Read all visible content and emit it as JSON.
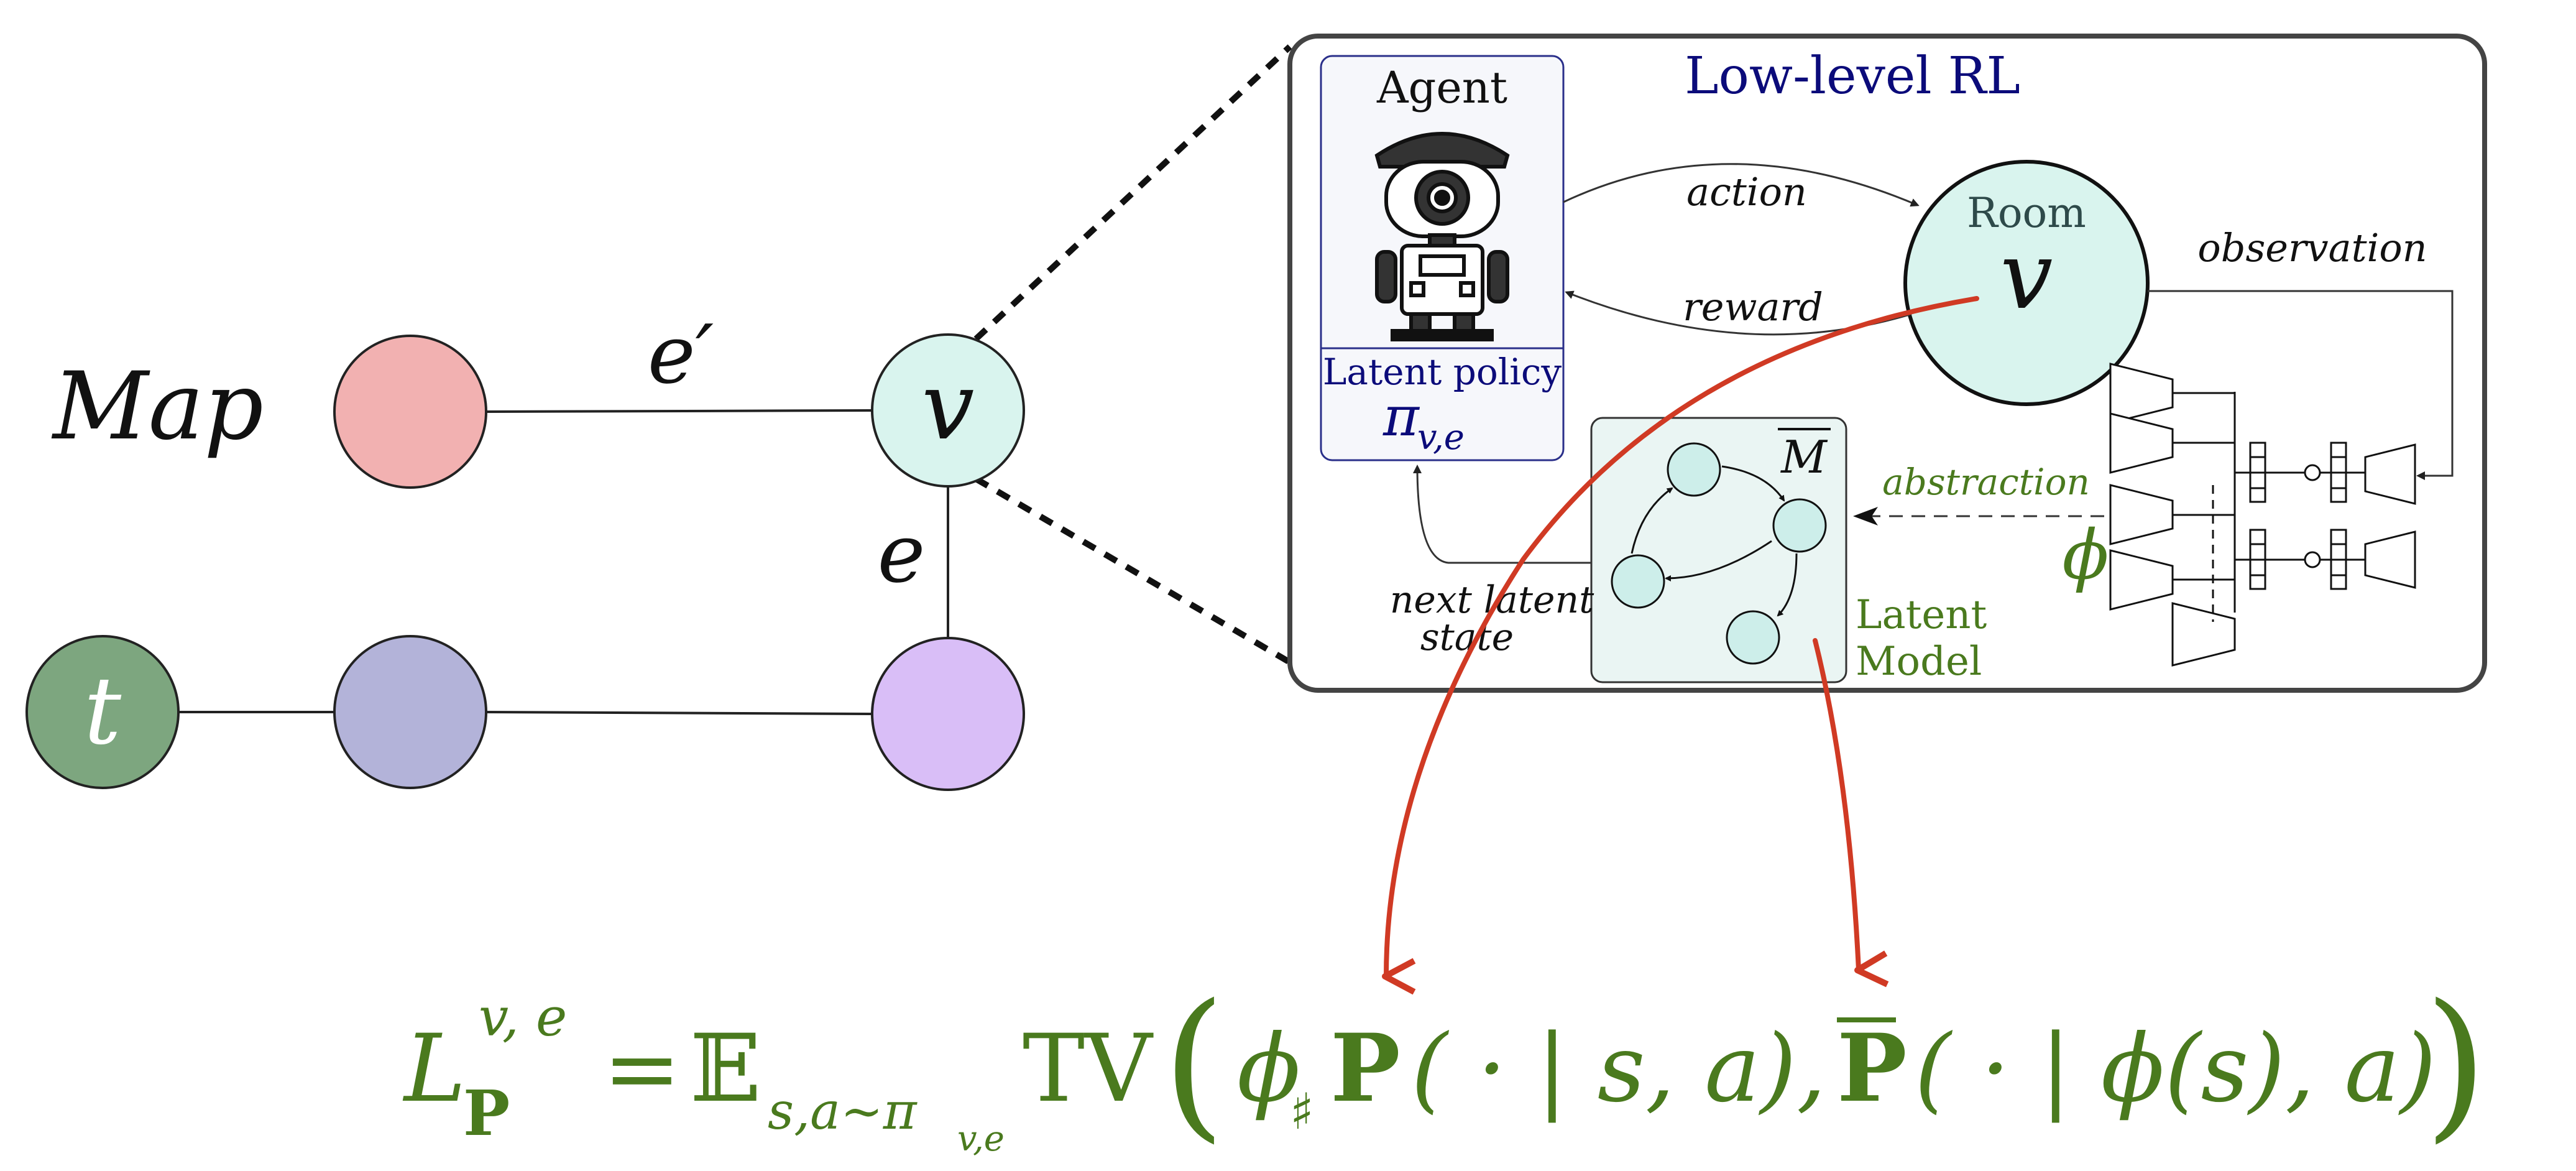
{
  "map": {
    "label": "Map",
    "nodes": {
      "t": "t",
      "v": "v"
    },
    "edges": {
      "e_prime": "e′",
      "e": "e"
    },
    "colors": {
      "node_red": "#f2b1b1",
      "node_v": "#d9f4ee",
      "node_t": "#7da67f",
      "node_blue": "#b3b3d9",
      "node_purple": "#d9bef7"
    }
  },
  "low_level": {
    "title": "Low-level RL",
    "agent": {
      "title": "Agent",
      "policy_label": "Latent policy",
      "policy_symbol": "π",
      "policy_subscript": "v,e"
    },
    "room": {
      "label": "Room",
      "symbol": "v"
    },
    "arrows": {
      "action": "action",
      "reward": "reward",
      "observation": "observation",
      "abstraction": "abstraction",
      "next_latent_state_line1": "next latent",
      "next_latent_state_line2": "state"
    },
    "latent_model": {
      "symbol": "M",
      "label_line1": "Latent",
      "label_line2": "Model"
    },
    "phi": "ϕ",
    "colors": {
      "title": "#0b0b7a",
      "green": "#4a7a1e",
      "room_fill": "#d9f4ee",
      "red_arrow": "#d03a24"
    }
  },
  "equation": {
    "lhs_L": "L",
    "lhs_sup": "v, e",
    "lhs_sub": "P",
    "equals": "=",
    "expect": "𝔼",
    "expect_sub": "s,a∼π",
    "expect_subsub": "v,e",
    "tv": "TV",
    "open_paren": "(",
    "phi": "ϕ",
    "sharp": "♯",
    "P": "P",
    "arg1": "( · | s, a),",
    "Pbar": "P",
    "arg2": "( · | ϕ(s), a)",
    "close_paren": ")",
    "color": "#4a7a1e"
  }
}
